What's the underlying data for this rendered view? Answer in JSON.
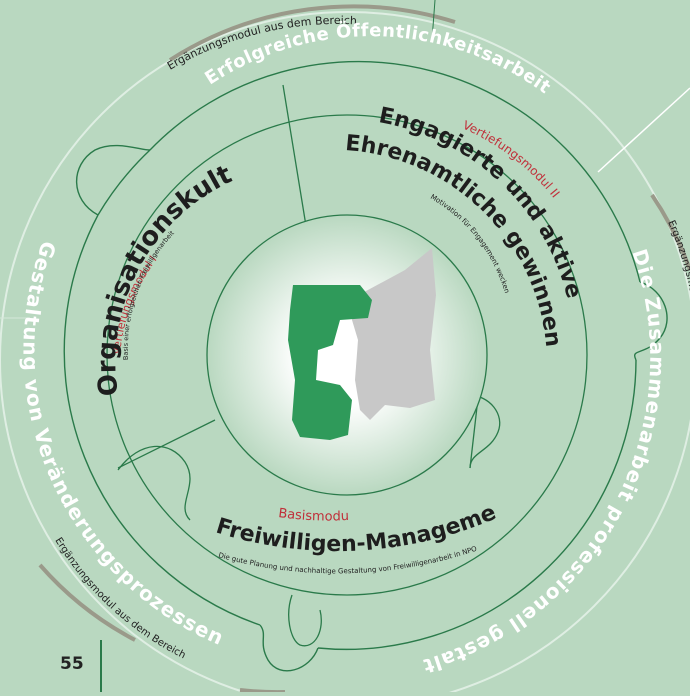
{
  "outer": {
    "top": {
      "prefix": "Ergänzungsmodul aus dem Bereich",
      "title": "Erfolgreiche Öffentlichkeitsarbeit"
    },
    "right": {
      "prefix": "Ergänzungsmodul aus dem Bereich",
      "title": "Die Zusammenarbeit professionell gestalten"
    },
    "left": {
      "prefix": "Ergänzungsmodul aus dem Bereich",
      "title": "Gestaltung von Veränderungsprozessen"
    }
  },
  "modules": {
    "organisation": {
      "kicker": "Vertiefungsmodul I",
      "title": "Organisationskultur",
      "sub": "Basis einer erfolgreichen Freiwilligenarbeit"
    },
    "engagement": {
      "kicker": "Vertiefungsmodul II",
      "title1": "Engagierte und aktive",
      "title2": "Ehrenamtliche gewinnen",
      "sub": "Motivation für Engagement wecken"
    },
    "basis": {
      "kicker": "Basismodul",
      "title": "Freiwilligen-Management",
      "sub": "Die gute Planung und nachhaltige Gestaltung von Freiwilligenarbeit in NPO"
    }
  },
  "page_number": "55",
  "colors": {
    "background": "#b9d8c0",
    "line": "#2a7a4a",
    "accent_red": "#c0303a",
    "logo_green": "#2f9a5a",
    "logo_gray": "#c8c8c8",
    "outer_arc": "#9a9a8a"
  },
  "icons": {
    "logo": "freiwilligen-logo"
  }
}
